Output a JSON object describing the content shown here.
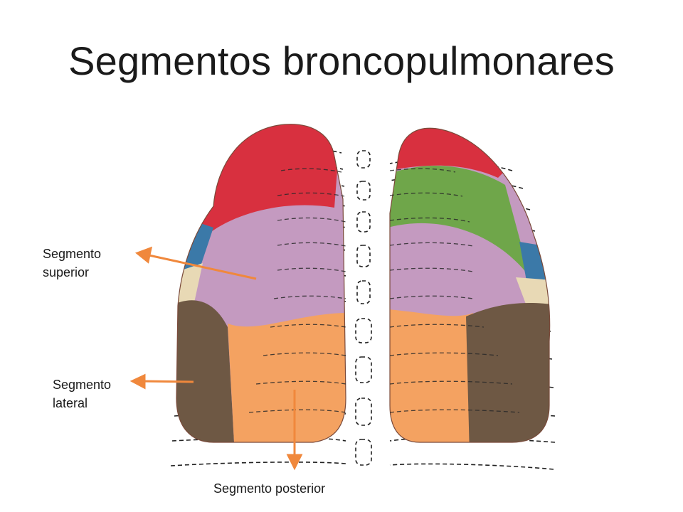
{
  "slide": {
    "title": "Segmentos broncopulmonares"
  },
  "labels": {
    "superior": {
      "line1": "Segmento",
      "line2": "superior"
    },
    "lateral": {
      "line1": "Segmento",
      "line2": "lateral"
    },
    "posterior": {
      "text": "Segmento posterior"
    }
  },
  "colors": {
    "apical_segment": "#d8303f",
    "apical_posterior_left": "#6fa64a",
    "superior_segment": "#c49ac0",
    "posterior_basal": "#f4a261",
    "lateral_basal": "#6e5844",
    "medial_light": "#e8d9b5",
    "anterior_blue": "#3b79a8",
    "arrow": "#f0883c"
  }
}
